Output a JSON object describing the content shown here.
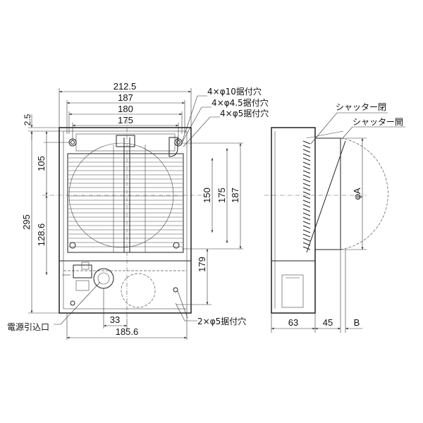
{
  "front_view": {
    "dims_top": [
      "212.5",
      "187",
      "180",
      "175"
    ],
    "dim_left_top": "2.5",
    "dims_left": [
      "105",
      "295",
      "128.6"
    ],
    "dims_right": [
      "150",
      "175",
      "187",
      "179"
    ],
    "dims_bottom": [
      "33",
      "185.6"
    ]
  },
  "labels": {
    "hole_10": "4×φ10据付穴",
    "hole_4_5": "4×φ4.5据付穴",
    "hole_5": "4×φ5据付穴",
    "hole_bottom": "2×φ5据付穴",
    "power_inlet": "電源引込口"
  },
  "side_view": {
    "shutter_1": "シャッター閉",
    "shutter_2": "シャッター開",
    "phi_a": "φA",
    "dims_bottom": [
      "63",
      "45",
      "B"
    ]
  }
}
